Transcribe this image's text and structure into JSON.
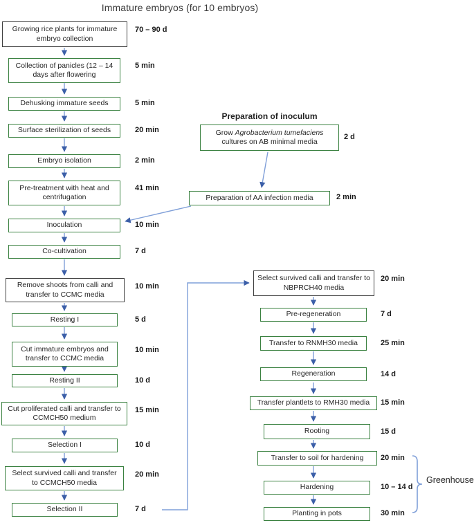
{
  "title": "Immature embryos (for 10 embryos)",
  "greenhouse_label": "Greenhouse",
  "colors": {
    "box_green": "#3a8140",
    "box_black": "#3f3f3f",
    "arrow_line": "#7f9fd8",
    "arrow_head": "#3c5fa8"
  },
  "main_column": {
    "nodes": [
      {
        "label": "Growing rice plants for immature embryo collection",
        "duration": "70 – 90 d"
      },
      {
        "label": "Collection of panicles (12 – 14 days after flowering",
        "duration": "5 min"
      },
      {
        "label": "Dehusking immature seeds",
        "duration": "5 min"
      },
      {
        "label": "Surface sterilization of seeds",
        "duration": "20 min"
      },
      {
        "label": "Embryo isolation",
        "duration": "2 min"
      },
      {
        "label": "Pre-treatment with heat and centrifugation",
        "duration": "41 min"
      },
      {
        "label": "Inoculation",
        "duration": "10 min"
      },
      {
        "label": "Co-cultivation",
        "duration": "7 d"
      },
      {
        "label": "Remove shoots from calli and transfer to CCMC media",
        "duration": "10 min"
      },
      {
        "label": "Resting I",
        "duration": "5 d"
      },
      {
        "label": "Cut immature embryos and transfer to CCMC media",
        "duration": "10 min"
      },
      {
        "label": "Resting II",
        "duration": "10 d"
      },
      {
        "label": "Cut proliferated calli and transfer to CCMCH50 medium",
        "duration": "15 min"
      },
      {
        "label": "Selection I",
        "duration": "10 d"
      },
      {
        "label": "Select survived calli and transfer to CCMCH50 media",
        "duration": "20 min"
      },
      {
        "label": "Selection II",
        "duration": "7 d"
      }
    ]
  },
  "inoculum": {
    "header": "Preparation of inoculum",
    "nodes": [
      {
        "label_pre": "Grow ",
        "label_italic": "Agrobacterium tumefaciens",
        "label_post": " cultures on AB minimal media",
        "duration": "2 d"
      },
      {
        "label": "Preparation of AA infection media",
        "duration": "2 min"
      }
    ]
  },
  "right_column": {
    "nodes": [
      {
        "label": "Select survived calli and transfer to NBPRCH40 media",
        "duration": "20 min"
      },
      {
        "label": "Pre-regeneration",
        "duration": "7 d"
      },
      {
        "label": "Transfer to RNMH30 media",
        "duration": "25 min"
      },
      {
        "label": "Regeneration",
        "duration": "14 d"
      },
      {
        "label": "Transfer plantlets to RMH30 media",
        "duration": "15 min"
      },
      {
        "label": "Rooting",
        "duration": "15 d"
      },
      {
        "label": "Transfer to soil for hardening",
        "duration": "20 min"
      },
      {
        "label": "Hardening",
        "duration": "10 – 14 d"
      },
      {
        "label": "Planting in pots",
        "duration": "30 min"
      }
    ]
  }
}
